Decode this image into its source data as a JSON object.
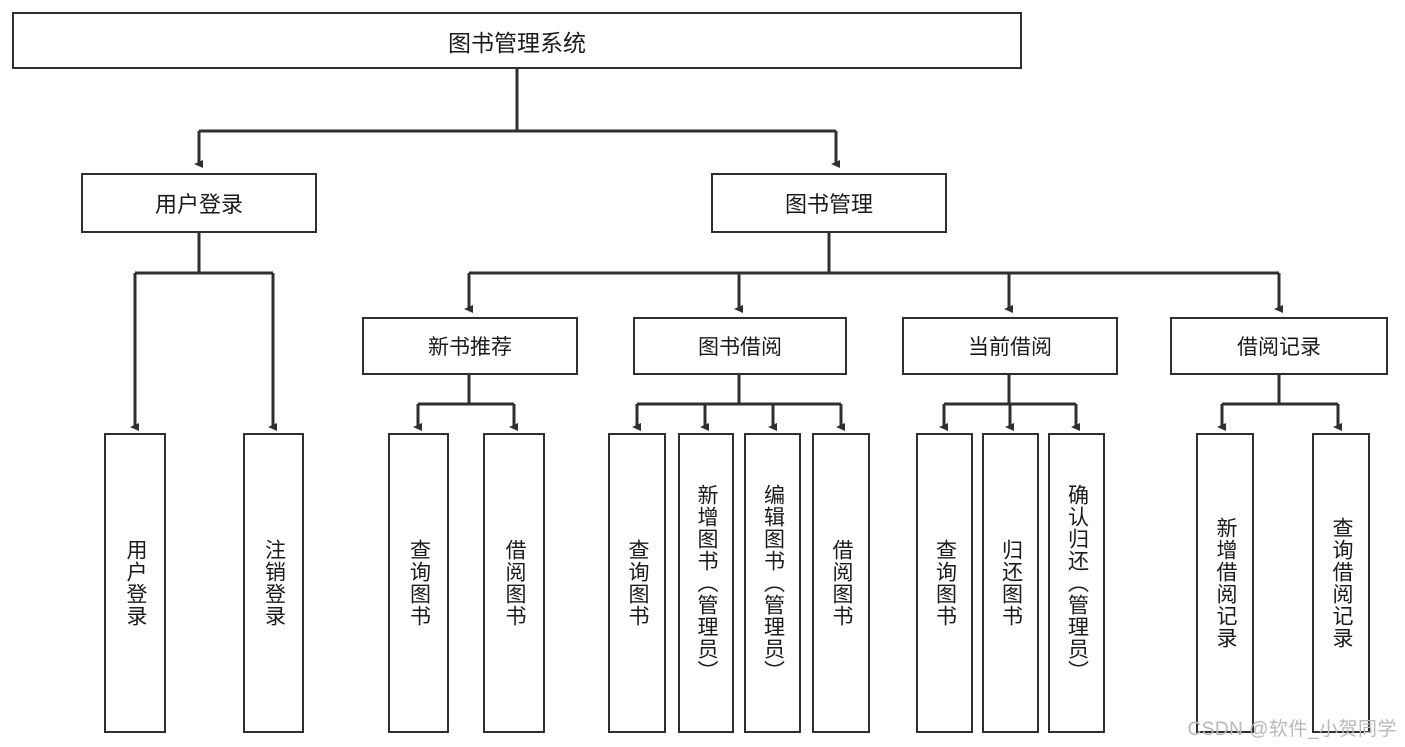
{
  "diagram": {
    "title": "图书管理系统",
    "type": "tree",
    "root": {
      "id": "root",
      "label": "图书管理系统"
    },
    "level1": [
      {
        "id": "user-login",
        "label": "用户登录"
      },
      {
        "id": "book-management",
        "label": "图书管理"
      }
    ],
    "level2": [
      {
        "id": "new-book-recommend",
        "label": "新书推荐",
        "parent": "book-management"
      },
      {
        "id": "book-borrow",
        "label": "图书借阅",
        "parent": "book-management"
      },
      {
        "id": "current-borrow",
        "label": "当前借阅",
        "parent": "book-management"
      },
      {
        "id": "borrow-record",
        "label": "借阅记录",
        "parent": "book-management"
      }
    ],
    "leaves": [
      {
        "id": "leaf-user-login",
        "label": "用户登录",
        "parent": "user-login"
      },
      {
        "id": "leaf-logout-login",
        "label": "注销登录",
        "parent": "user-login"
      },
      {
        "id": "leaf-query-book-1",
        "label": "查询图书",
        "parent": "new-book-recommend"
      },
      {
        "id": "leaf-borrow-book-1",
        "label": "借阅图书",
        "parent": "new-book-recommend"
      },
      {
        "id": "leaf-query-book-2",
        "label": "查询图书",
        "parent": "book-borrow"
      },
      {
        "id": "leaf-add-book",
        "label": "新增图书（管理员）",
        "parent": "book-borrow"
      },
      {
        "id": "leaf-edit-book",
        "label": "编辑图书（管理员）",
        "parent": "book-borrow"
      },
      {
        "id": "leaf-borrow-book-2",
        "label": "借阅图书",
        "parent": "book-borrow"
      },
      {
        "id": "leaf-query-book-3",
        "label": "查询图书",
        "parent": "current-borrow"
      },
      {
        "id": "leaf-return-book",
        "label": "归还图书",
        "parent": "current-borrow"
      },
      {
        "id": "leaf-confirm-return",
        "label": "确认归还（管理员）",
        "parent": "current-borrow"
      },
      {
        "id": "leaf-add-record",
        "label": "新增借阅记录",
        "parent": "borrow-record"
      },
      {
        "id": "leaf-query-record",
        "label": "查询借阅记录",
        "parent": "borrow-record"
      }
    ],
    "colors": {
      "border": "#2f2f2f",
      "background": "#ffffff",
      "text": "#1a1a1a",
      "connector": "#2f2f2f",
      "watermark": "#b8b8b8"
    }
  },
  "watermark": {
    "text": "CSDN @软件_小贺同学"
  }
}
